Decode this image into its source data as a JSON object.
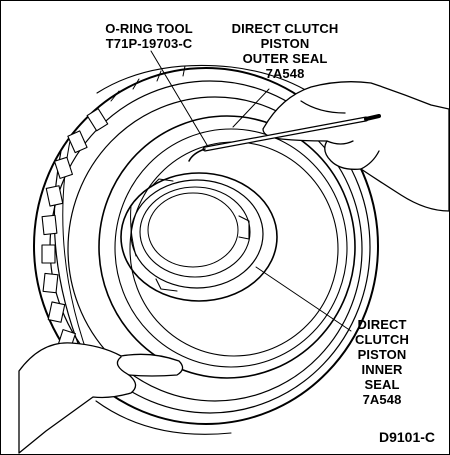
{
  "callouts": {
    "oring_tool": [
      "O-RING TOOL",
      "T71P-19703-C"
    ],
    "outer_seal": [
      "DIRECT CLUTCH",
      "PISTON",
      "OUTER SEAL",
      "7A548"
    ],
    "inner_seal": [
      "DIRECT",
      "CLUTCH",
      "PISTON",
      "INNER",
      "SEAL",
      "7A548"
    ]
  },
  "figure_id": "D9101-C"
}
